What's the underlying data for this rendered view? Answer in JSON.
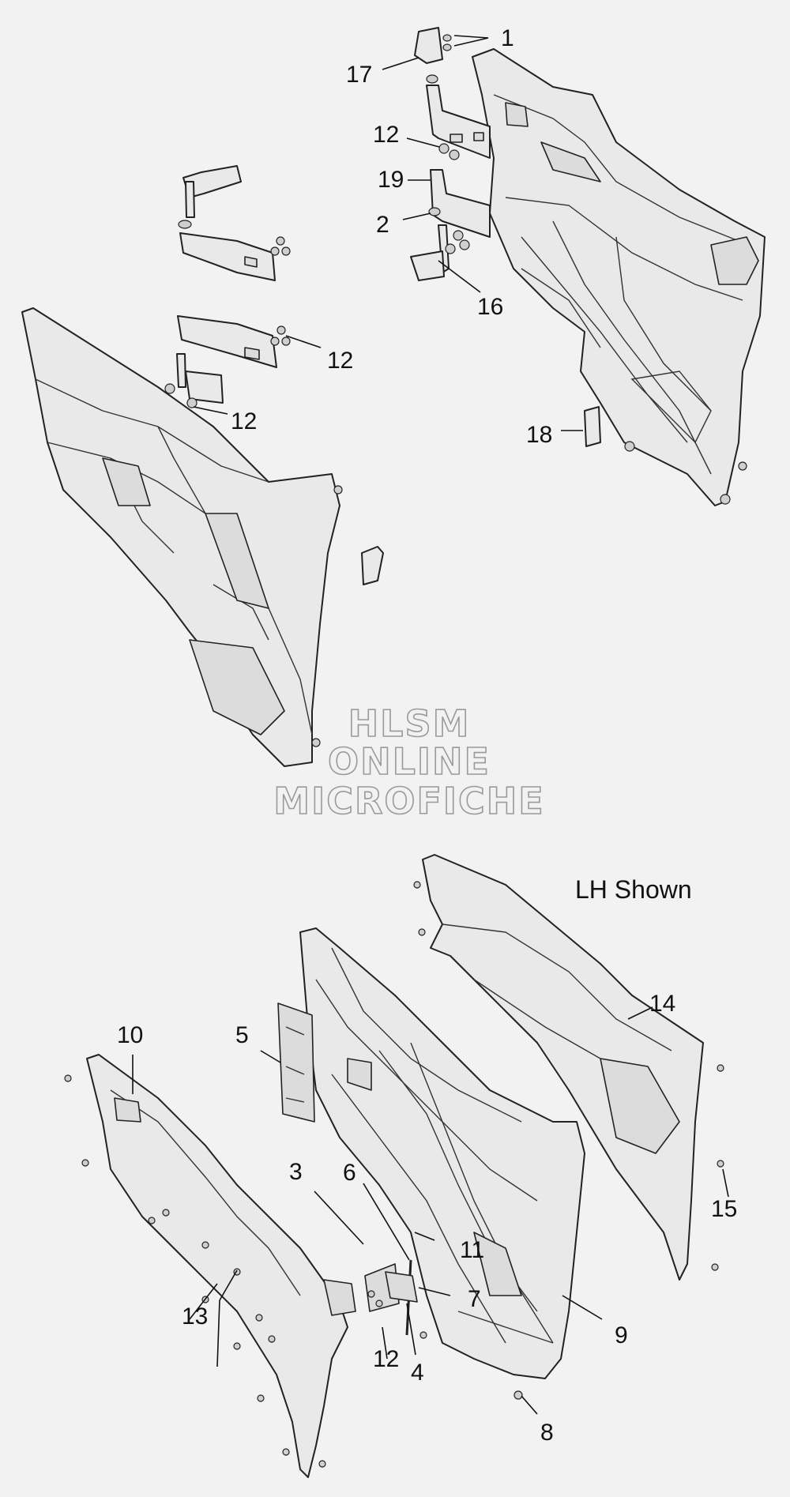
{
  "diagram": {
    "watermark": [
      "HLSM",
      "ONLINE",
      "MICROFICHE"
    ],
    "note": "LH Shown",
    "callouts": {
      "c1": "1",
      "c17": "17",
      "c12a": "12",
      "c19": "19",
      "c2": "2",
      "c16": "16",
      "c12b": "12",
      "c12c": "12",
      "c18": "18",
      "c14": "14",
      "c10": "10",
      "c5": "5",
      "c3": "3",
      "c6": "6",
      "c11": "11",
      "c7": "7",
      "c9": "9",
      "c15": "15",
      "c13": "13",
      "c12d": "12",
      "c4": "4",
      "c8": "8"
    }
  }
}
